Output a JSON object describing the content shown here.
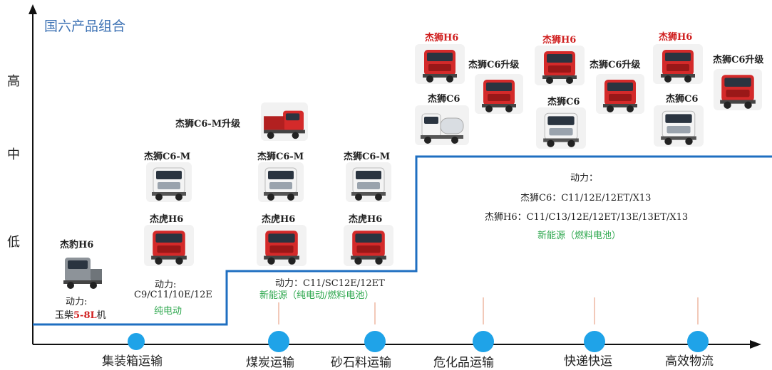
{
  "title": "国六产品组合",
  "y_levels": [
    "高",
    "中",
    "低"
  ],
  "categories": [
    "集装箱运输",
    "煤炭运输",
    "砂石料运输",
    "危化品运输",
    "快递快运",
    "高效物流"
  ],
  "columns": {
    "container": {
      "truck1": "杰豹H6",
      "power_label": "动力:",
      "power_prefix": "玉柴",
      "power_highlight": "5-8L",
      "power_suffix": "机"
    },
    "container2": {
      "truck_top": "杰狮C6-M",
      "truck_bottom": "杰虎H6",
      "power_label": "动力:",
      "power_value": "C9/C11/10E/12E",
      "energy": "纯电动"
    },
    "coal": {
      "upgrade": "杰狮C6-M升级",
      "truck_top": "杰狮C6-M",
      "truck_bottom": "杰虎H6"
    },
    "gravel": {
      "truck_top": "杰狮C6-M",
      "truck_bottom": "杰虎H6"
    },
    "coal_gravel_power": "动力：C11/SC12E/12ET",
    "coal_gravel_energy": "新能源（纯电动/燃料电池）",
    "upper": {
      "h6": "杰狮H6",
      "c6up": "杰狮C6升级",
      "c6": "杰狮C6",
      "power_label": "动力：",
      "power_c6": "杰狮C6：C11/12E/12ET/X13",
      "power_h6": "杰狮H6：C11/C13/12E/12ET/13E/13ET/X13",
      "energy": "新能源（燃料电池）"
    }
  },
  "colors": {
    "step_line": "#1f6fc1",
    "dot": "#1fa3e8",
    "title": "#3d72b4",
    "green": "#2fa84f",
    "red": "#d02020"
  }
}
